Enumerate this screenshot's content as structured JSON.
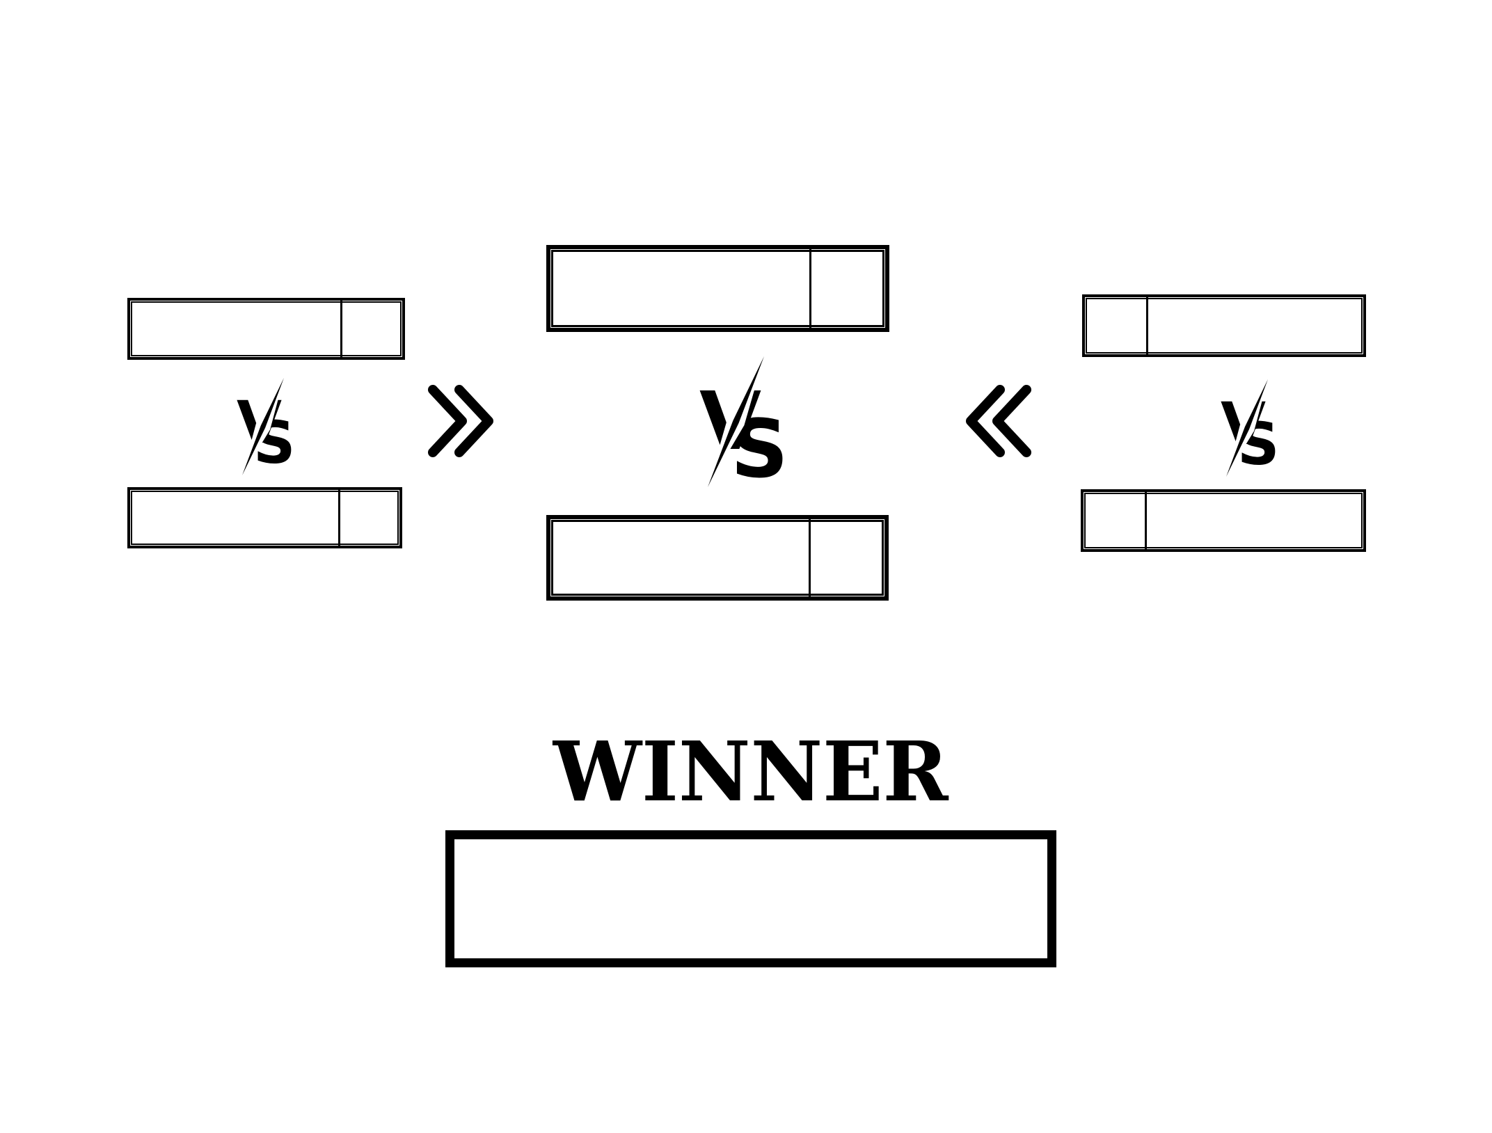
{
  "colors": {
    "ink": "#000000",
    "paper": "#ffffff"
  },
  "glyphs": {
    "versus_v": "V",
    "versus_s": "S"
  },
  "icons": {
    "advance_from_left": "double-chevron-right-icon",
    "advance_from_right": "double-chevron-left-icon"
  },
  "matches": {
    "left": {
      "top_slot": {
        "name": "",
        "score": ""
      },
      "bottom_slot": {
        "name": "",
        "score": ""
      }
    },
    "center": {
      "top_slot": {
        "name": "",
        "score": ""
      },
      "bottom_slot": {
        "name": "",
        "score": ""
      }
    },
    "right": {
      "top_slot": {
        "name": "",
        "score": ""
      },
      "bottom_slot": {
        "name": "",
        "score": ""
      }
    }
  },
  "winner": {
    "label": "WINNER",
    "name": ""
  }
}
